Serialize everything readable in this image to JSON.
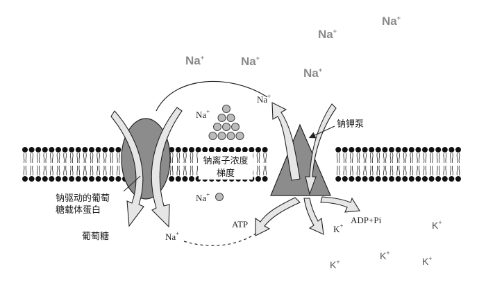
{
  "labels": {
    "na_ion": "Na",
    "k_ion": "K",
    "plus": "+",
    "sodium_pump": "钠钾泵",
    "gradient_line1": "钠离子浓度",
    "gradient_line2": "梯度",
    "cotransporter_line1": "钠驱动的葡萄",
    "cotransporter_line2": "糖载体蛋白",
    "glucose": "葡萄糖",
    "atp": "ATP",
    "adp_pi": "ADP+Pi"
  },
  "colors": {
    "protein_fill": "#8c8c8c",
    "arrow_fill": "#e6e6e6",
    "outer_ion_text": "#8a8a8a"
  }
}
